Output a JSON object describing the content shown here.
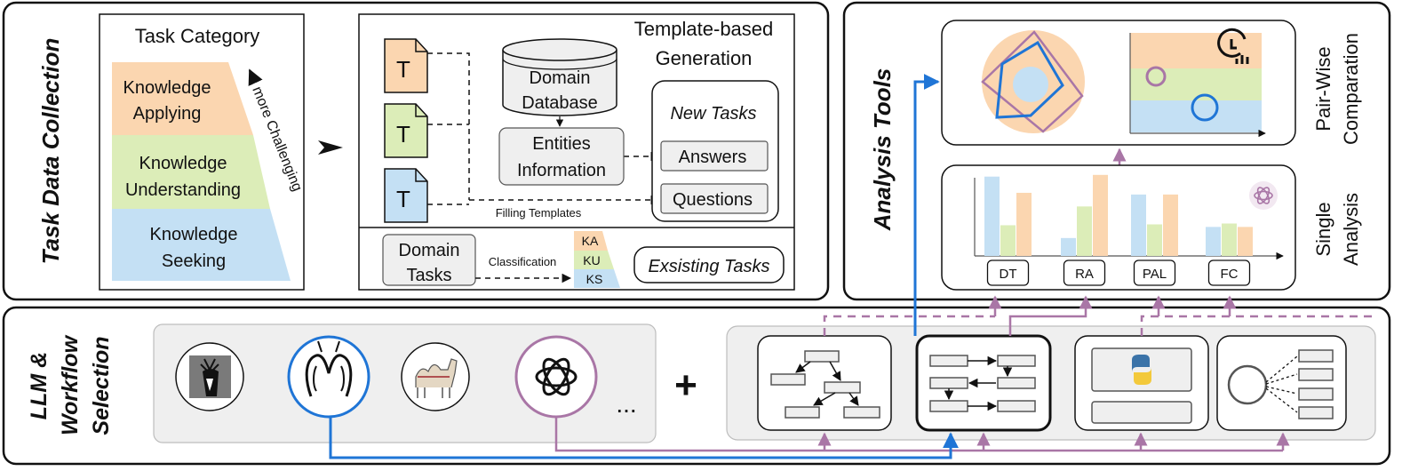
{
  "colors": {
    "orange": "#fbd6b0",
    "green": "#dcedb8",
    "blue": "#c4e0f4",
    "purple": "#a976a6",
    "link_blue": "#1f75d6",
    "panel_gray": "#efefef",
    "border": "#111111"
  },
  "task_data_collection": {
    "title": "Task Data Collection",
    "task_category": {
      "title": "Task Category",
      "levels": [
        {
          "line1": "Knowledge",
          "line2": "Applying"
        },
        {
          "line1": "Knowledge",
          "line2": "Understanding"
        },
        {
          "line1": "Knowledge",
          "line2": "Seeking"
        }
      ],
      "challenge_label": "more Challenging"
    },
    "template_generation": {
      "title_line1": "Template-based",
      "title_line2": "Generation",
      "template_letter": "T",
      "database_line1": "Domain",
      "database_line2": "Database",
      "entities_line1": "Entities",
      "entities_line2": "Information",
      "new_tasks": "New Tasks",
      "answers": "Answers",
      "questions": "Questions",
      "filling_templates": "Filling Templates"
    },
    "existing": {
      "domain_tasks_line1": "Domain",
      "domain_tasks_line2": "Tasks",
      "classification": "Classification",
      "tags": [
        "KA",
        "KU",
        "KS"
      ],
      "existing_tasks": "Exsisting Tasks"
    }
  },
  "analysis_tools": {
    "title": "Analysis Tools",
    "pairwise_line1": "Pair-Wise",
    "pairwise_line2": "Comparation",
    "single_line1": "Single",
    "single_line2": "Analysis",
    "bar_groups": [
      {
        "label": "DT",
        "values": [
          0.93,
          0.36,
          0.74
        ]
      },
      {
        "label": "RA",
        "values": [
          0.21,
          0.58,
          0.95
        ]
      },
      {
        "label": "PAL",
        "values": [
          0.72,
          0.37,
          0.72
        ]
      },
      {
        "label": "FC",
        "values": [
          0.34,
          0.38,
          0.34
        ]
      }
    ]
  },
  "llm_workflow": {
    "title_line1": "LLM &",
    "title_line2": "Workflow",
    "title_line3": "Selection",
    "plus": "+",
    "ellipsis": "..."
  }
}
